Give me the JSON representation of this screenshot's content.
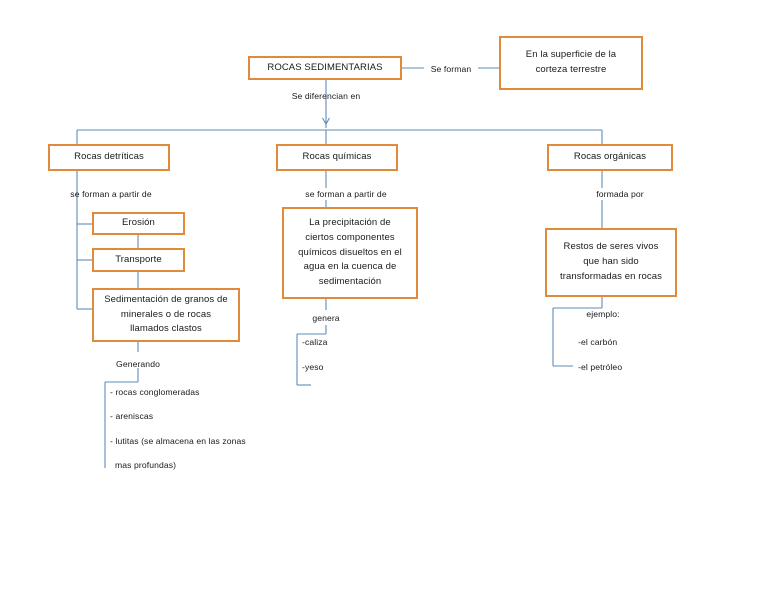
{
  "diagram": {
    "title_node": "ROCAS SEDIMENTARIAS",
    "colors": {
      "node_border": "#E08B39",
      "connector": "#5B8DB8",
      "text": "#1a1a1a",
      "background": "#ffffff"
    },
    "nodes": {
      "root": "ROCAS SEDIMENTARIAS",
      "surface": "En la superficie de la corteza terrestre",
      "detriticas": "Rocas detríticas",
      "quimicas": "Rocas químicas",
      "organicas": "Rocas orgánicas",
      "erosion": "Erosión",
      "transporte": "Transporte",
      "sedimentacion": "Sedimentación de granos de minerales o de rocas llamados clastos",
      "precipitacion": "La precipitación de ciertos componentes químicos disueltos en el agua en la cuenca de sedimentación",
      "restos": "Restos de seres vivos que han sido transformadas en rocas"
    },
    "node_lines": {
      "surface": [
        "En la superficie de la",
        "corteza terrestre"
      ],
      "sedimentacion": [
        "Sedimentación de granos de",
        "minerales o de rocas",
        "llamados clastos"
      ],
      "precipitacion": [
        "La precipitación de",
        "ciertos componentes",
        "químicos disueltos en el",
        "agua en la cuenca de",
        "sedimentación"
      ],
      "restos": [
        "Restos de seres vivos",
        "que han sido",
        "transformadas en rocas"
      ]
    },
    "edge_labels": {
      "se_forman": "Se forman",
      "se_diferencian_en": "Se diferencian en",
      "se_forman_a_partir_de_1": "se forman a partir de",
      "se_forman_a_partir_de_2": "se forman a partir de",
      "formada_por": "formada por",
      "generando": "Generando",
      "genera": "genera",
      "ejemplo": "ejemplo:"
    },
    "lists": {
      "detriticas_items": [
        "- rocas conglomeradas",
        "- areniscas",
        "- lutitas (se almacena en las zonas",
        "mas profundas)"
      ],
      "quimicas_items": [
        "-caliza",
        "-yeso"
      ],
      "organicas_items": [
        "-el carbón",
        "-el petróleo"
      ]
    }
  }
}
